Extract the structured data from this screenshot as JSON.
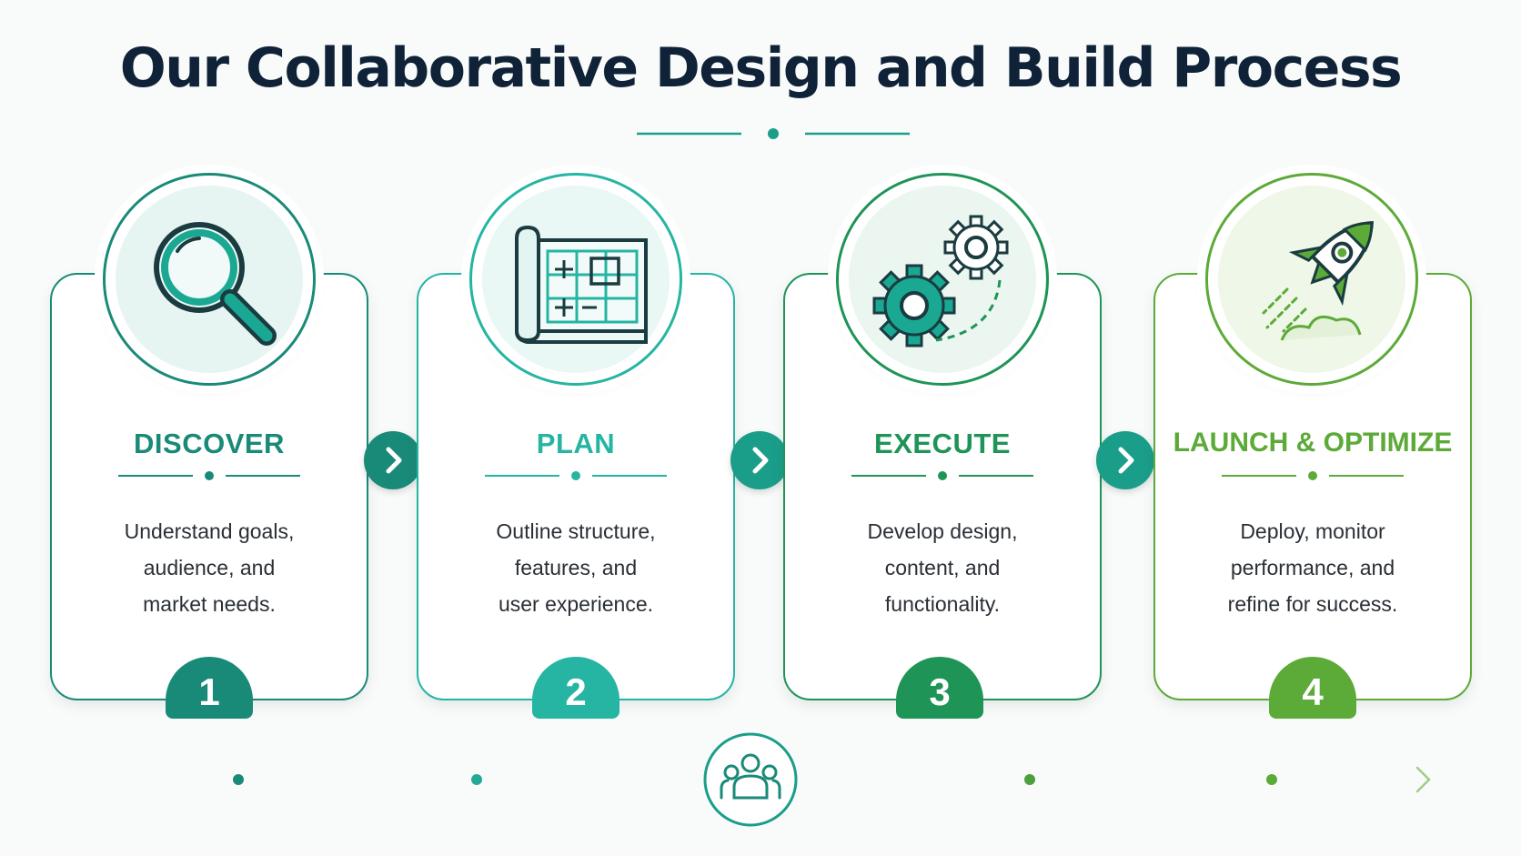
{
  "title": "Our Collaborative Design and Build Process",
  "steps": [
    {
      "number": "1",
      "title": "DISCOVER",
      "description": "Understand goals,\naudience, and\nmarket needs.",
      "icon": "magnifying-glass-icon",
      "color": "#1a8a78"
    },
    {
      "number": "2",
      "title": "PLAN",
      "description": "Outline structure,\nfeatures, and\nuser experience.",
      "icon": "blueprint-icon",
      "color": "#25b5a2"
    },
    {
      "number": "3",
      "title": "EXECUTE",
      "description": "Develop design,\ncontent, and\nfunctionality.",
      "icon": "gears-icon",
      "color": "#1e9457"
    },
    {
      "number": "4",
      "title": "LAUNCH & OPTIMIZE",
      "description": "Deploy, monitor\nperformance, and\nrefine for success.",
      "icon": "rocket-icon",
      "color": "#5caa38"
    }
  ],
  "arrows": [
    "chevron-right-icon",
    "chevron-right-icon",
    "chevron-right-icon"
  ],
  "timeline_icon": "team-icon",
  "colors": {
    "title": "#0f2238",
    "accent": "#1a9e8a",
    "text": "#2a2f36"
  }
}
